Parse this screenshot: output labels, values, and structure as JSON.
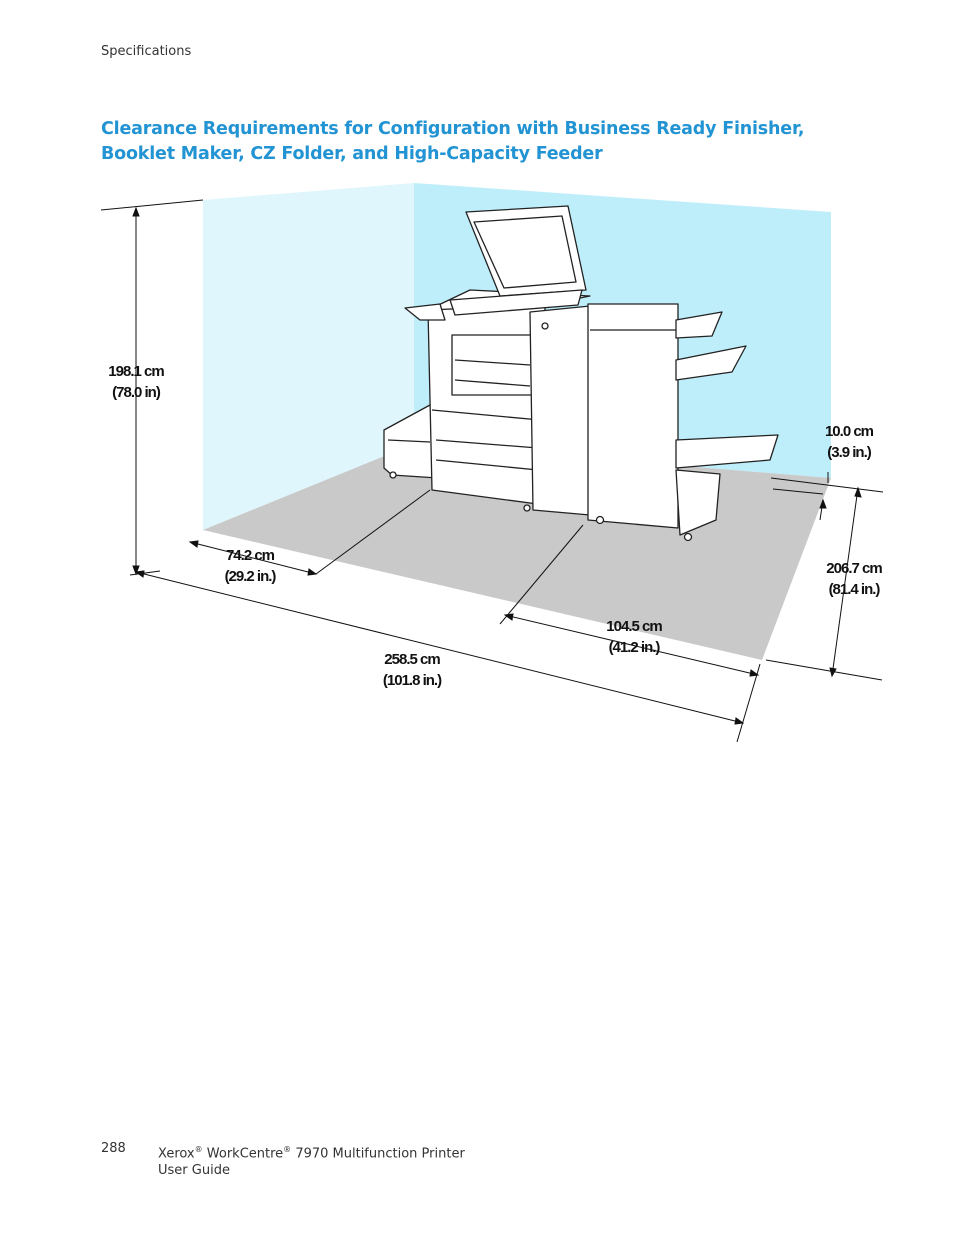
{
  "header": {
    "section": "Specifications"
  },
  "title": "Clearance Requirements for Configuration with Business Ready Finisher, Booklet Maker, CZ Folder, and High-Capacity Feeder",
  "dimensions": {
    "height": {
      "metric": "198.1 cm",
      "imperial": "(78.0 in)"
    },
    "front": {
      "metric": "74.2 cm",
      "imperial": "(29.2 in.)"
    },
    "width": {
      "metric": "258.5 cm",
      "imperial": "(101.8 in.)"
    },
    "right_front": {
      "metric": "104.5 cm",
      "imperial": "(41.2 in.)"
    },
    "rear": {
      "metric": "10.0 cm",
      "imperial": "(3.9 in.)"
    },
    "depth": {
      "metric": "206.7 cm",
      "imperial": "(81.4 in.)"
    }
  },
  "colors": {
    "title": "#2394d3",
    "wall_back": "#bfeefb",
    "wall_side": "#dff6fd",
    "floor": "#c9c9c9"
  },
  "footer": {
    "page_number": "288",
    "brand": "Xerox",
    "product": "WorkCentre",
    "model": "7970 Multifunction Printer",
    "reg": "®",
    "doc": "User Guide"
  }
}
